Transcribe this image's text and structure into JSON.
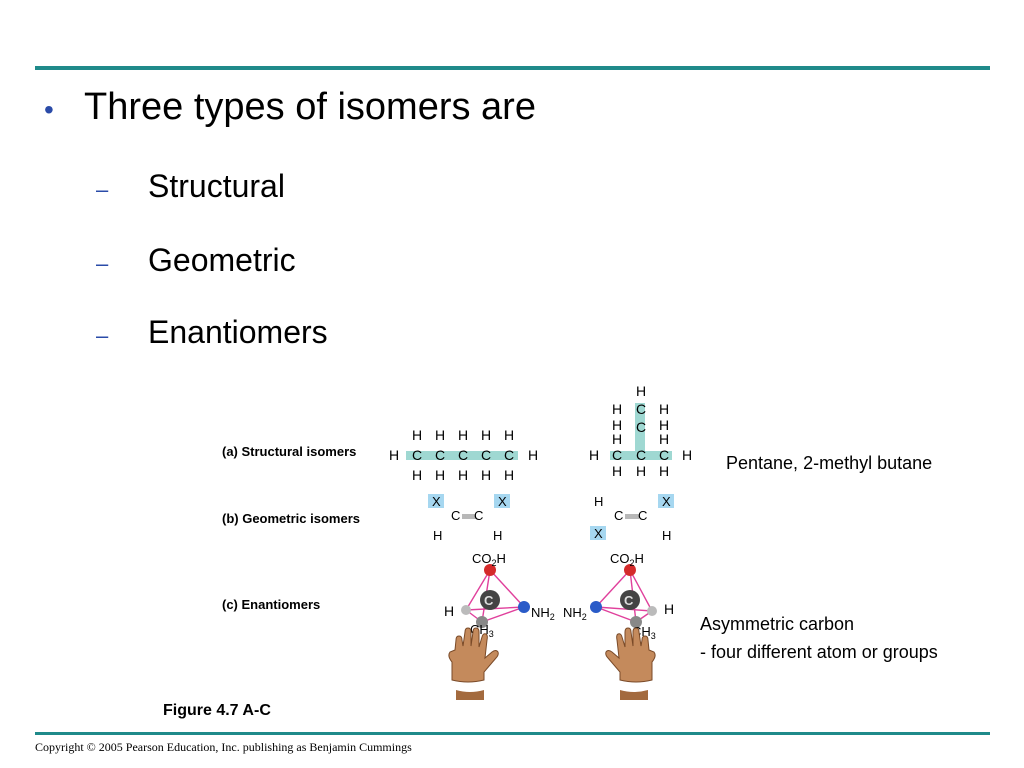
{
  "slide": {
    "heading": "Three types of isomers are",
    "bullet_glyph": "•",
    "dash_glyph": "–",
    "subitems": [
      "Structural",
      "Geometric",
      "Enantiomers"
    ]
  },
  "figure": {
    "captions": {
      "structural": "(a) Structural isomers",
      "geometric": "(b) Geometric isomers",
      "enantiomers": "(c) Enantiomers"
    },
    "pentane_note": "Pentane, 2-methyl butane",
    "asym_line1": "Asymmetric carbon",
    "asym_line2": "- four different atom or groups",
    "label": "Figure 4.7 A-C"
  },
  "footer": {
    "copyright": "Copyright © 2005 Pearson Education, Inc. publishing as Benjamin Cummings"
  },
  "colors": {
    "rule": "#1f8a8a",
    "bullet": "#2a4ba8",
    "bond_highlight": "#9fd8d2",
    "oxygen_red": "#d42a2a",
    "nitrogen_blue": "#2a5bc8",
    "tetra_pink": "#e0409c"
  },
  "icons": [
    "hand-icon"
  ]
}
